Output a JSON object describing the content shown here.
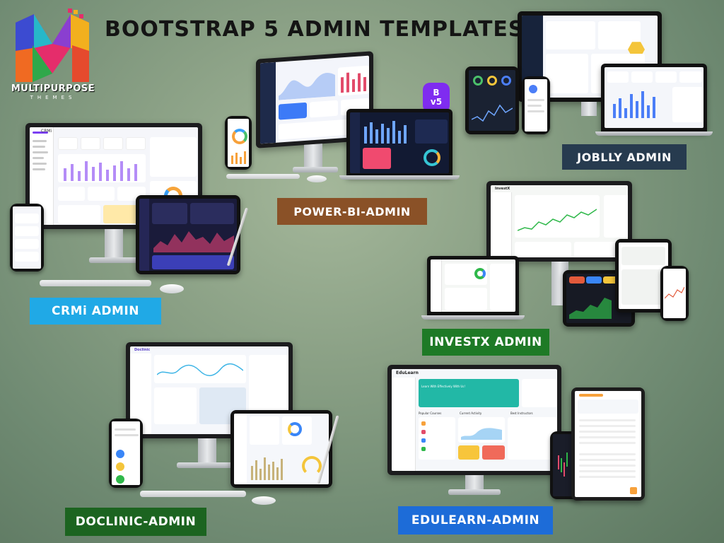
{
  "header": {
    "title": "BOOTSTRAP 5 ADMIN TEMPLATES",
    "logo_text": "MULTIPURPOSE",
    "logo_sub": "THEMES",
    "bootstrap_badge_letter": "B",
    "bootstrap_badge_version": "v5"
  },
  "products": [
    {
      "label": "CRMi ADMIN",
      "color": "#20a9e6"
    },
    {
      "label": "POWER-BI-ADMIN",
      "color": "#8a5127"
    },
    {
      "label": "JOBLLY ADMIN",
      "color": "#273b4f"
    },
    {
      "label": "INVESTX ADMIN",
      "color": "#1e7a26"
    },
    {
      "label": "DOCLINIC-ADMIN",
      "color": "#1c6420"
    },
    {
      "label": "EDULEARN-ADMIN",
      "color": "#1d6cd8"
    }
  ],
  "screens": {
    "edulearn_brand": "EduLearn",
    "edulearn_hero": "Learn With Effectively With Us!",
    "edulearn_popular": "Popular Courses",
    "edulearn_activity": "Current Activity",
    "edulearn_instructors": "Best Instructors",
    "doclinic_brand": "Doclinic",
    "investx_brand": "InvestX",
    "crmi_brand": "CRMi"
  }
}
